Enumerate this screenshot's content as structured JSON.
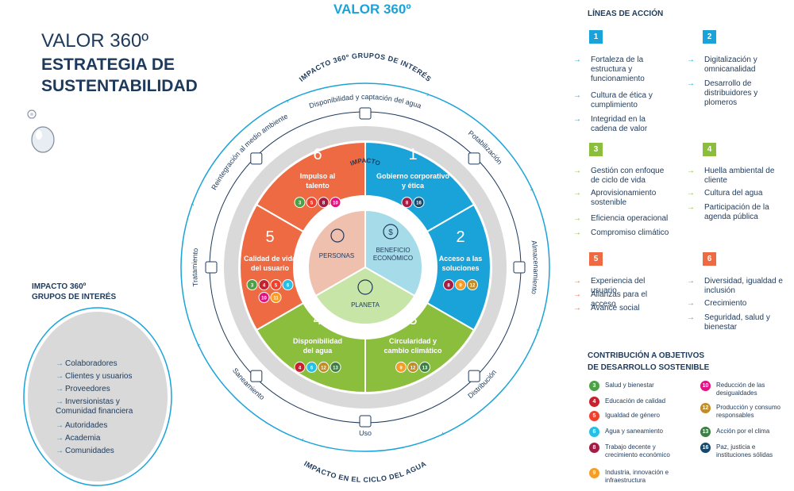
{
  "colors": {
    "blue": "#1aa3d9",
    "navy": "#1d3a5c",
    "orange": "#ee6a43",
    "green": "#8bbe3d",
    "peach": "#f0c0ae",
    "lightblue": "#a6dbea",
    "lightgreen": "#c6e5a7",
    "gray": "#d9d9d9"
  },
  "header": {
    "top": "VALOR 360º",
    "light": "VALOR 360º",
    "bold1": "ESTRATEGIA DE",
    "bold2": "SUSTENTABILIDAD"
  },
  "ring": {
    "top_label": "IMPACTO 360º GRUPOS DE INTERÉS",
    "bottom_label": "IMPACTO EN EL CICLO DEL AGUA",
    "center_label": "IMPACTO"
  },
  "cycle": [
    "Disponibilidad y captación del agua",
    "Potabilización",
    "Almacenamiento",
    "Distribución",
    "Uso",
    "Saneamiento",
    "Tratamiento",
    "Reintegración al medio ambiente"
  ],
  "segments": [
    {
      "num": "1",
      "title1": "Gobierno corporativo",
      "title2": "y ética",
      "ods": [
        "8",
        "16"
      ]
    },
    {
      "num": "2",
      "title1": "Acceso a las",
      "title2": "soluciones",
      "ods": [
        "8",
        "9",
        "12"
      ]
    },
    {
      "num": "3",
      "title1": "Circularidad y",
      "title2": "cambio climático",
      "ods": [
        "9",
        "12",
        "13"
      ]
    },
    {
      "num": "4",
      "title1": "Disponibilidad",
      "title2": "del agua",
      "ods": [
        "4",
        "6",
        "12",
        "13"
      ]
    },
    {
      "num": "5",
      "title1": "Calidad de vida",
      "title2": "del usuario",
      "ods": [
        "3",
        "4",
        "5",
        "6",
        "10",
        "11"
      ]
    },
    {
      "num": "6",
      "title1": "Impulso al",
      "title2": "talento",
      "ods": [
        "3",
        "5",
        "8",
        "10"
      ]
    }
  ],
  "inner": {
    "personas": "PERSONAS",
    "beneficio1": "BENEFICIO",
    "beneficio2": "ECONÓMICO",
    "planeta": "PLANETA"
  },
  "lineas": {
    "title": "LÍNEAS DE ACCIÓN",
    "groups": [
      {
        "num": "1",
        "items": [
          "Fortaleza de la estructura y funcionamiento",
          "Cultura de ética y cumplimiento",
          "Integridad en la cadena de valor"
        ]
      },
      {
        "num": "2",
        "items": [
          "Digitalización y omnicanalidad",
          "Desarrollo de distribuidores y plomeros"
        ]
      },
      {
        "num": "3",
        "items": [
          "Gestión con enfoque de ciclo de vida",
          "Aprovisionamiento sostenible",
          "Eficiencia operacional",
          "Compromiso climático"
        ]
      },
      {
        "num": "4",
        "items": [
          "Huella ambiental de cliente",
          "Cultura del agua",
          "Participación de la agenda pública"
        ]
      },
      {
        "num": "5",
        "items": [
          "Experiencia del usuario",
          "Alianzas para el acceso",
          "Avance social"
        ]
      },
      {
        "num": "6",
        "items": [
          "Diversidad, igualdad e inclusión",
          "Crecimiento",
          "Seguridad, salud y bienestar"
        ]
      }
    ]
  },
  "ods_legend": {
    "title1": "CONTRIBUCIÓN A OBJETIVOS",
    "title2": "DE DESARROLLO SOSTENIBLE",
    "items": [
      {
        "num": "3",
        "label": "Salud y bienestar"
      },
      {
        "num": "4",
        "label": "Educación de calidad"
      },
      {
        "num": "5",
        "label": "Igualdad de género"
      },
      {
        "num": "6",
        "label": "Agua y saneamiento"
      },
      {
        "num": "8",
        "label": "Trabajo decente y crecimiento económico"
      },
      {
        "num": "9",
        "label": "Industria, innovación e infraestructura"
      },
      {
        "num": "10",
        "label": "Reducción de las desigualdades"
      },
      {
        "num": "12",
        "label": "Producción y consumo responsables"
      },
      {
        "num": "13",
        "label": "Acción por el clima"
      },
      {
        "num": "16",
        "label": "Paz, justicia e instituciones sólidas"
      }
    ]
  },
  "stakeholders": {
    "title1": "IMPACTO 360º",
    "title2": "GRUPOS DE INTERÉS",
    "items": [
      "Colaboradores",
      "Clientes y usuarios",
      "Proveedores",
      "Inversionistas y Comunidad financiera",
      "Autoridades",
      "Academia",
      "Comunidades"
    ]
  }
}
